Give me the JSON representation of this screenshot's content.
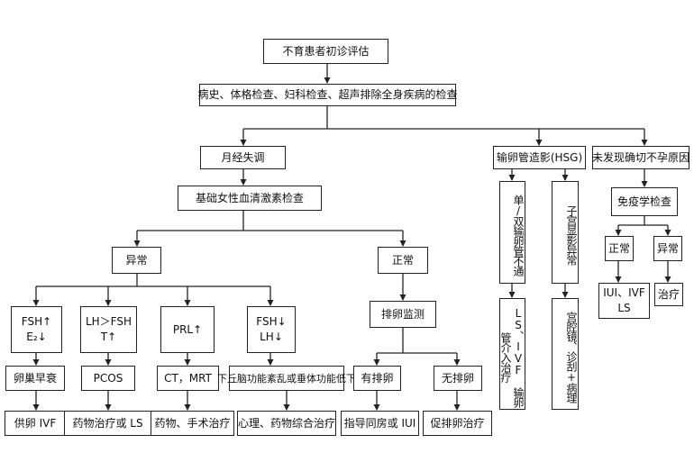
{
  "nodes": {
    "root": "不育患者初诊评估",
    "exam": "病史、体格检查、妇科检查、超声排除全身疾病的检查",
    "menstrual": "月经失调",
    "hormone": "基础女性血清激素检查",
    "abnormal": "异常",
    "normal": "正常",
    "fsh_up_l1": "FSH↑",
    "fsh_up_l2": "E₂↓",
    "lh_l1": "LH＞FSH",
    "lh_l2": "T↑",
    "prl": "PRL↑",
    "fsh_down_l1": "FSH↓",
    "fsh_down_l2": "LH↓",
    "ovarian_failure": "卵巢早衰",
    "pcos": "PCOS",
    "ct_mri": "CT，MRT",
    "hypothalamic": "下丘脑功能紊乱或垂体功能低下",
    "donor_ivf": "供卵 IVF",
    "drug_ls": "药物治疗或 LS",
    "drug_surgery": "药物、手术治疗",
    "psych_drug": "心理、药物综合治疗",
    "ovulation_monitor": "排卵监测",
    "has_ovulation": "有排卵",
    "no_ovulation": "无排卵",
    "guided_iui": "指导同房或 IUI",
    "induce_ovulation": "促排卵治疗",
    "hsg": "输卵管造影(HSG)",
    "tube_blocked": "单/双输卵管不通",
    "uterine_abnormal": "子宫显影异常",
    "ls_ivf": "LS、IVF 输卵管介入治疗",
    "hysteroscopy": "宫腔镜、诊刮+病理",
    "unexplained": "未发现确切不孕原因",
    "immunology": "免疫学检查",
    "imm_normal": "正常",
    "imm_abnormal": "异常",
    "iui_ivf_l1": "IUI、IVF",
    "iui_ivf_l2": "LS",
    "treatment": "治疗"
  }
}
